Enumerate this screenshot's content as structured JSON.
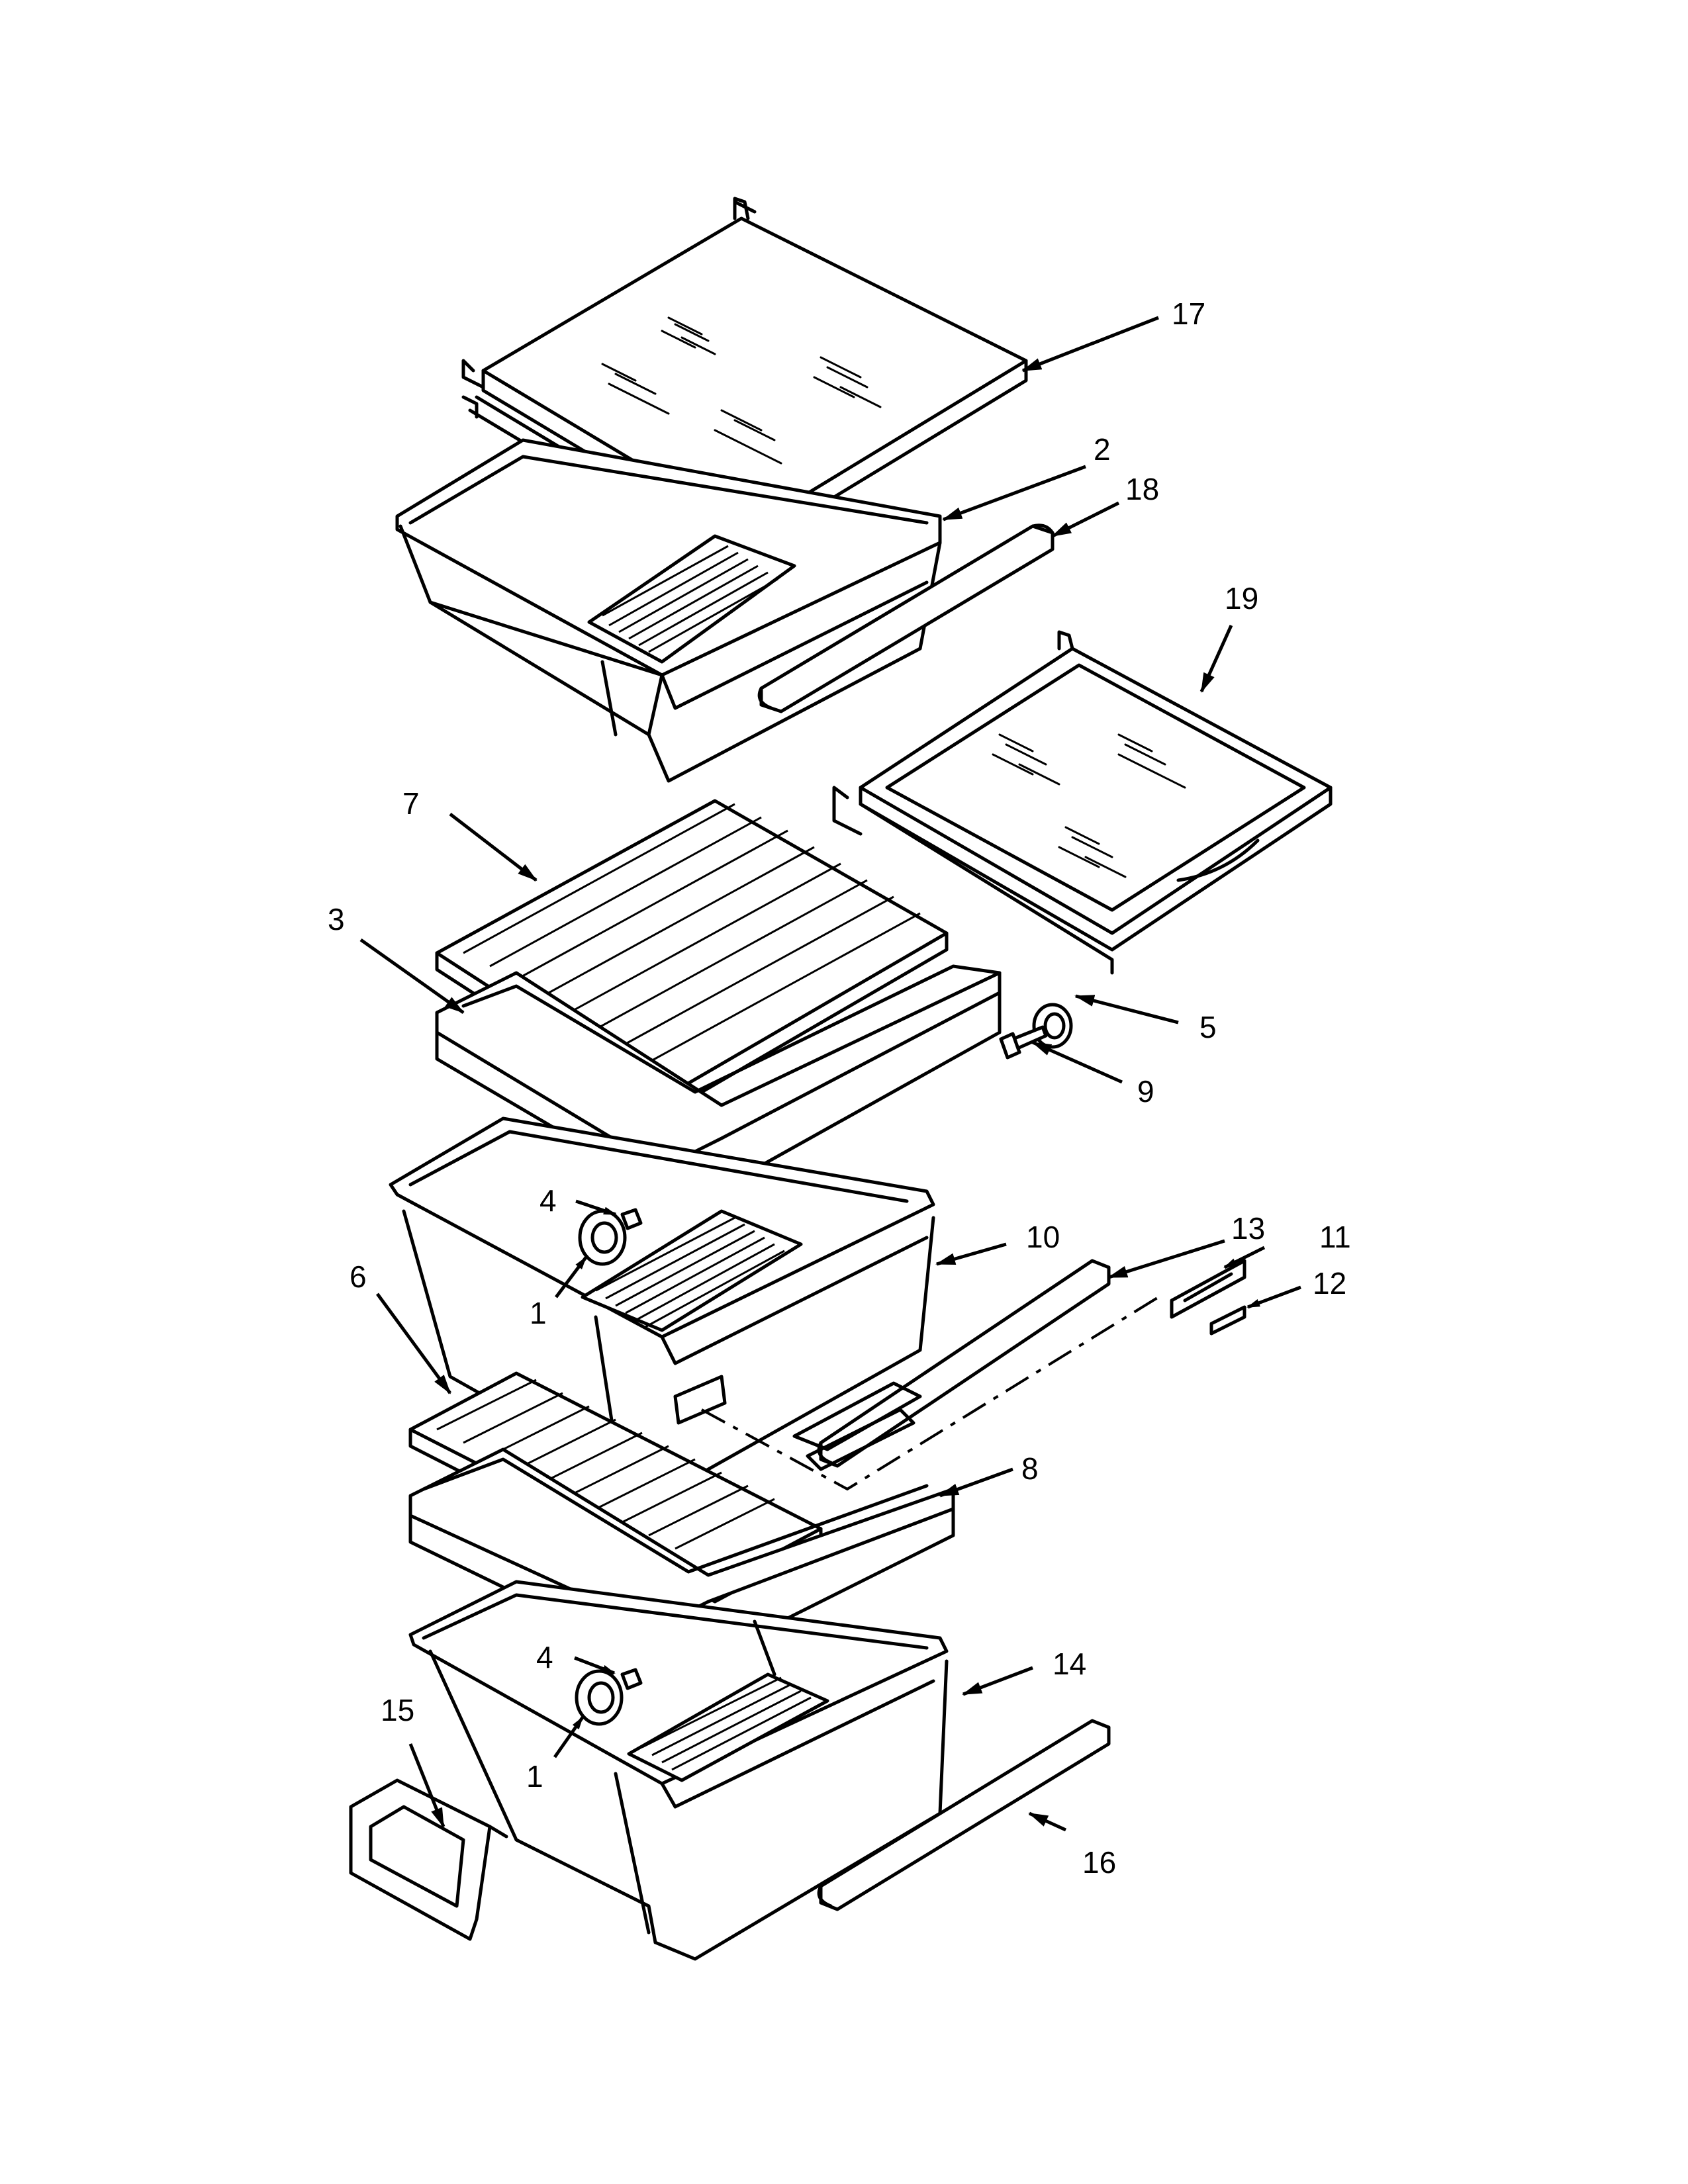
{
  "callouts": [
    {
      "id": "17",
      "text": "17"
    },
    {
      "id": "2",
      "text": "2"
    },
    {
      "id": "18",
      "text": "18"
    },
    {
      "id": "19",
      "text": "19"
    },
    {
      "id": "7",
      "text": "7"
    },
    {
      "id": "3",
      "text": "3"
    },
    {
      "id": "5",
      "text": "5"
    },
    {
      "id": "9",
      "text": "9"
    },
    {
      "id": "4a",
      "text": "4"
    },
    {
      "id": "10",
      "text": "10"
    },
    {
      "id": "13",
      "text": "13"
    },
    {
      "id": "11",
      "text": "11"
    },
    {
      "id": "12",
      "text": "12"
    },
    {
      "id": "6",
      "text": "6"
    },
    {
      "id": "1a",
      "text": "1"
    },
    {
      "id": "8",
      "text": "8"
    },
    {
      "id": "4b",
      "text": "4"
    },
    {
      "id": "14",
      "text": "14"
    },
    {
      "id": "15",
      "text": "15"
    },
    {
      "id": "1b",
      "text": "1"
    },
    {
      "id": "16",
      "text": "16"
    }
  ]
}
